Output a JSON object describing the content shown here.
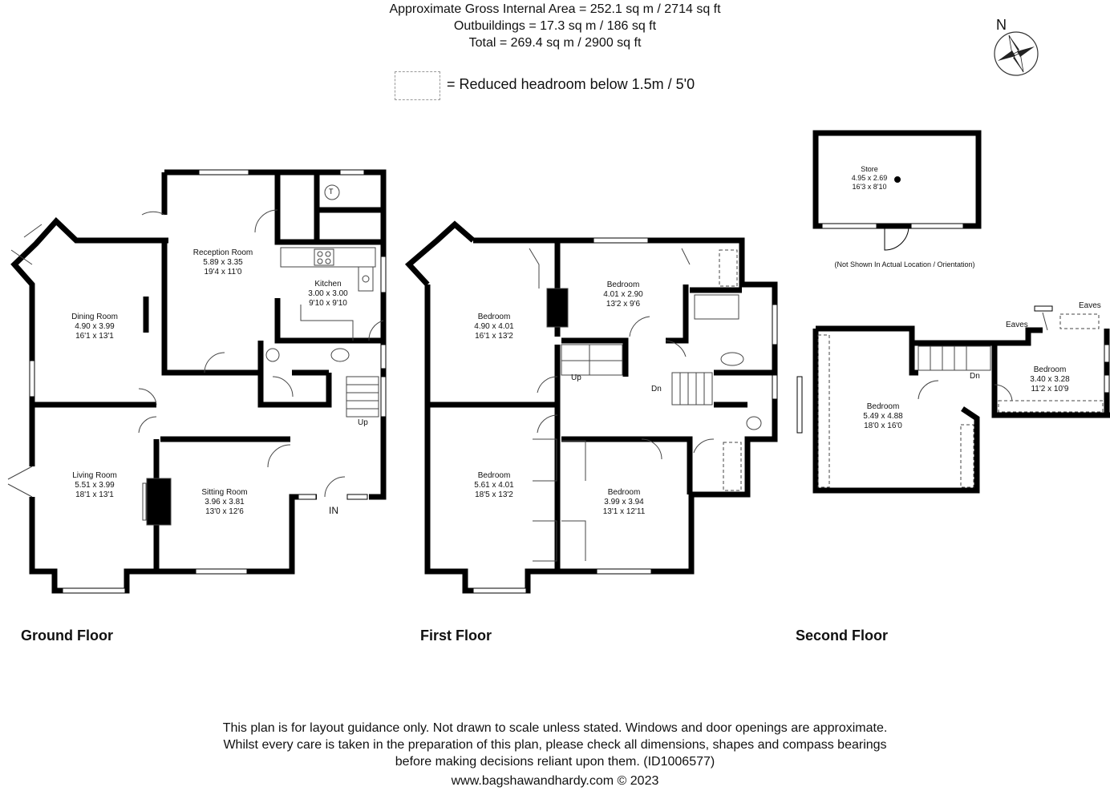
{
  "header": {
    "line1": "Approximate Gross Internal Area = 252.1 sq m / 2714 sq ft",
    "line2": "Outbuildings = 17.3 sq m / 186 sq ft",
    "line3": "Total = 269.4 sq m / 2900 sq ft"
  },
  "legend": {
    "text": "= Reduced headroom below 1.5m / 5'0"
  },
  "compass": {
    "letter": "N",
    "icon": "compass-rose-icon"
  },
  "floors": {
    "ground": {
      "label": "Ground Floor",
      "rooms": [
        {
          "name": "Reception Room",
          "metric": "5.89 x 3.35",
          "imperial": "19'4 x 11'0"
        },
        {
          "name": "Dining Room",
          "metric": "4.90 x 3.99",
          "imperial": "16'1 x 13'1"
        },
        {
          "name": "Kitchen",
          "metric": "3.00 x 3.00",
          "imperial": "9'10 x 9'10"
        },
        {
          "name": "Living Room",
          "metric": "5.51 x 3.99",
          "imperial": "18'1 x 13'1"
        },
        {
          "name": "Sitting Room",
          "metric": "3.96 x 3.81",
          "imperial": "13'0 x 12'6"
        }
      ],
      "marks": {
        "up": "Up",
        "entrance": "IN",
        "t": "T"
      }
    },
    "first": {
      "label": "First Floor",
      "rooms": [
        {
          "name": "Bedroom",
          "metric": "4.90 x 4.01",
          "imperial": "16'1 x 13'2"
        },
        {
          "name": "Bedroom",
          "metric": "4.01 x 2.90",
          "imperial": "13'2 x 9'6"
        },
        {
          "name": "Bedroom",
          "metric": "5.61 x 4.01",
          "imperial": "18'5 x 13'2"
        },
        {
          "name": "Bedroom",
          "metric": "3.99 x 3.94",
          "imperial": "13'1 x 12'11"
        }
      ],
      "marks": {
        "up": "Up",
        "down": "Dn"
      }
    },
    "second": {
      "label": "Second Floor",
      "rooms": [
        {
          "name": "Bedroom",
          "metric": "5.49 x 4.88",
          "imperial": "18'0 x 16'0"
        },
        {
          "name": "Bedroom",
          "metric": "3.40 x 3.28",
          "imperial": "11'2 x 10'9"
        }
      ],
      "marks": {
        "down": "Dn",
        "eaves1": "Eaves",
        "eaves2": "Eaves"
      }
    },
    "store": {
      "name": "Store",
      "metric": "4.95 x 2.69",
      "imperial": "16'3 x 8'10",
      "note": "(Not Shown In Actual Location / Orientation)"
    }
  },
  "footer": {
    "line1": "This plan is for layout guidance only. Not drawn to scale unless stated. Windows and door openings are approximate.",
    "line2": "Whilst every care is taken in the preparation of this plan, please check all dimensions, shapes and compass bearings",
    "line3": "before making decisions reliant upon them. (ID1006577)",
    "line4": "www.bagshawandhardy.com © 2023"
  }
}
